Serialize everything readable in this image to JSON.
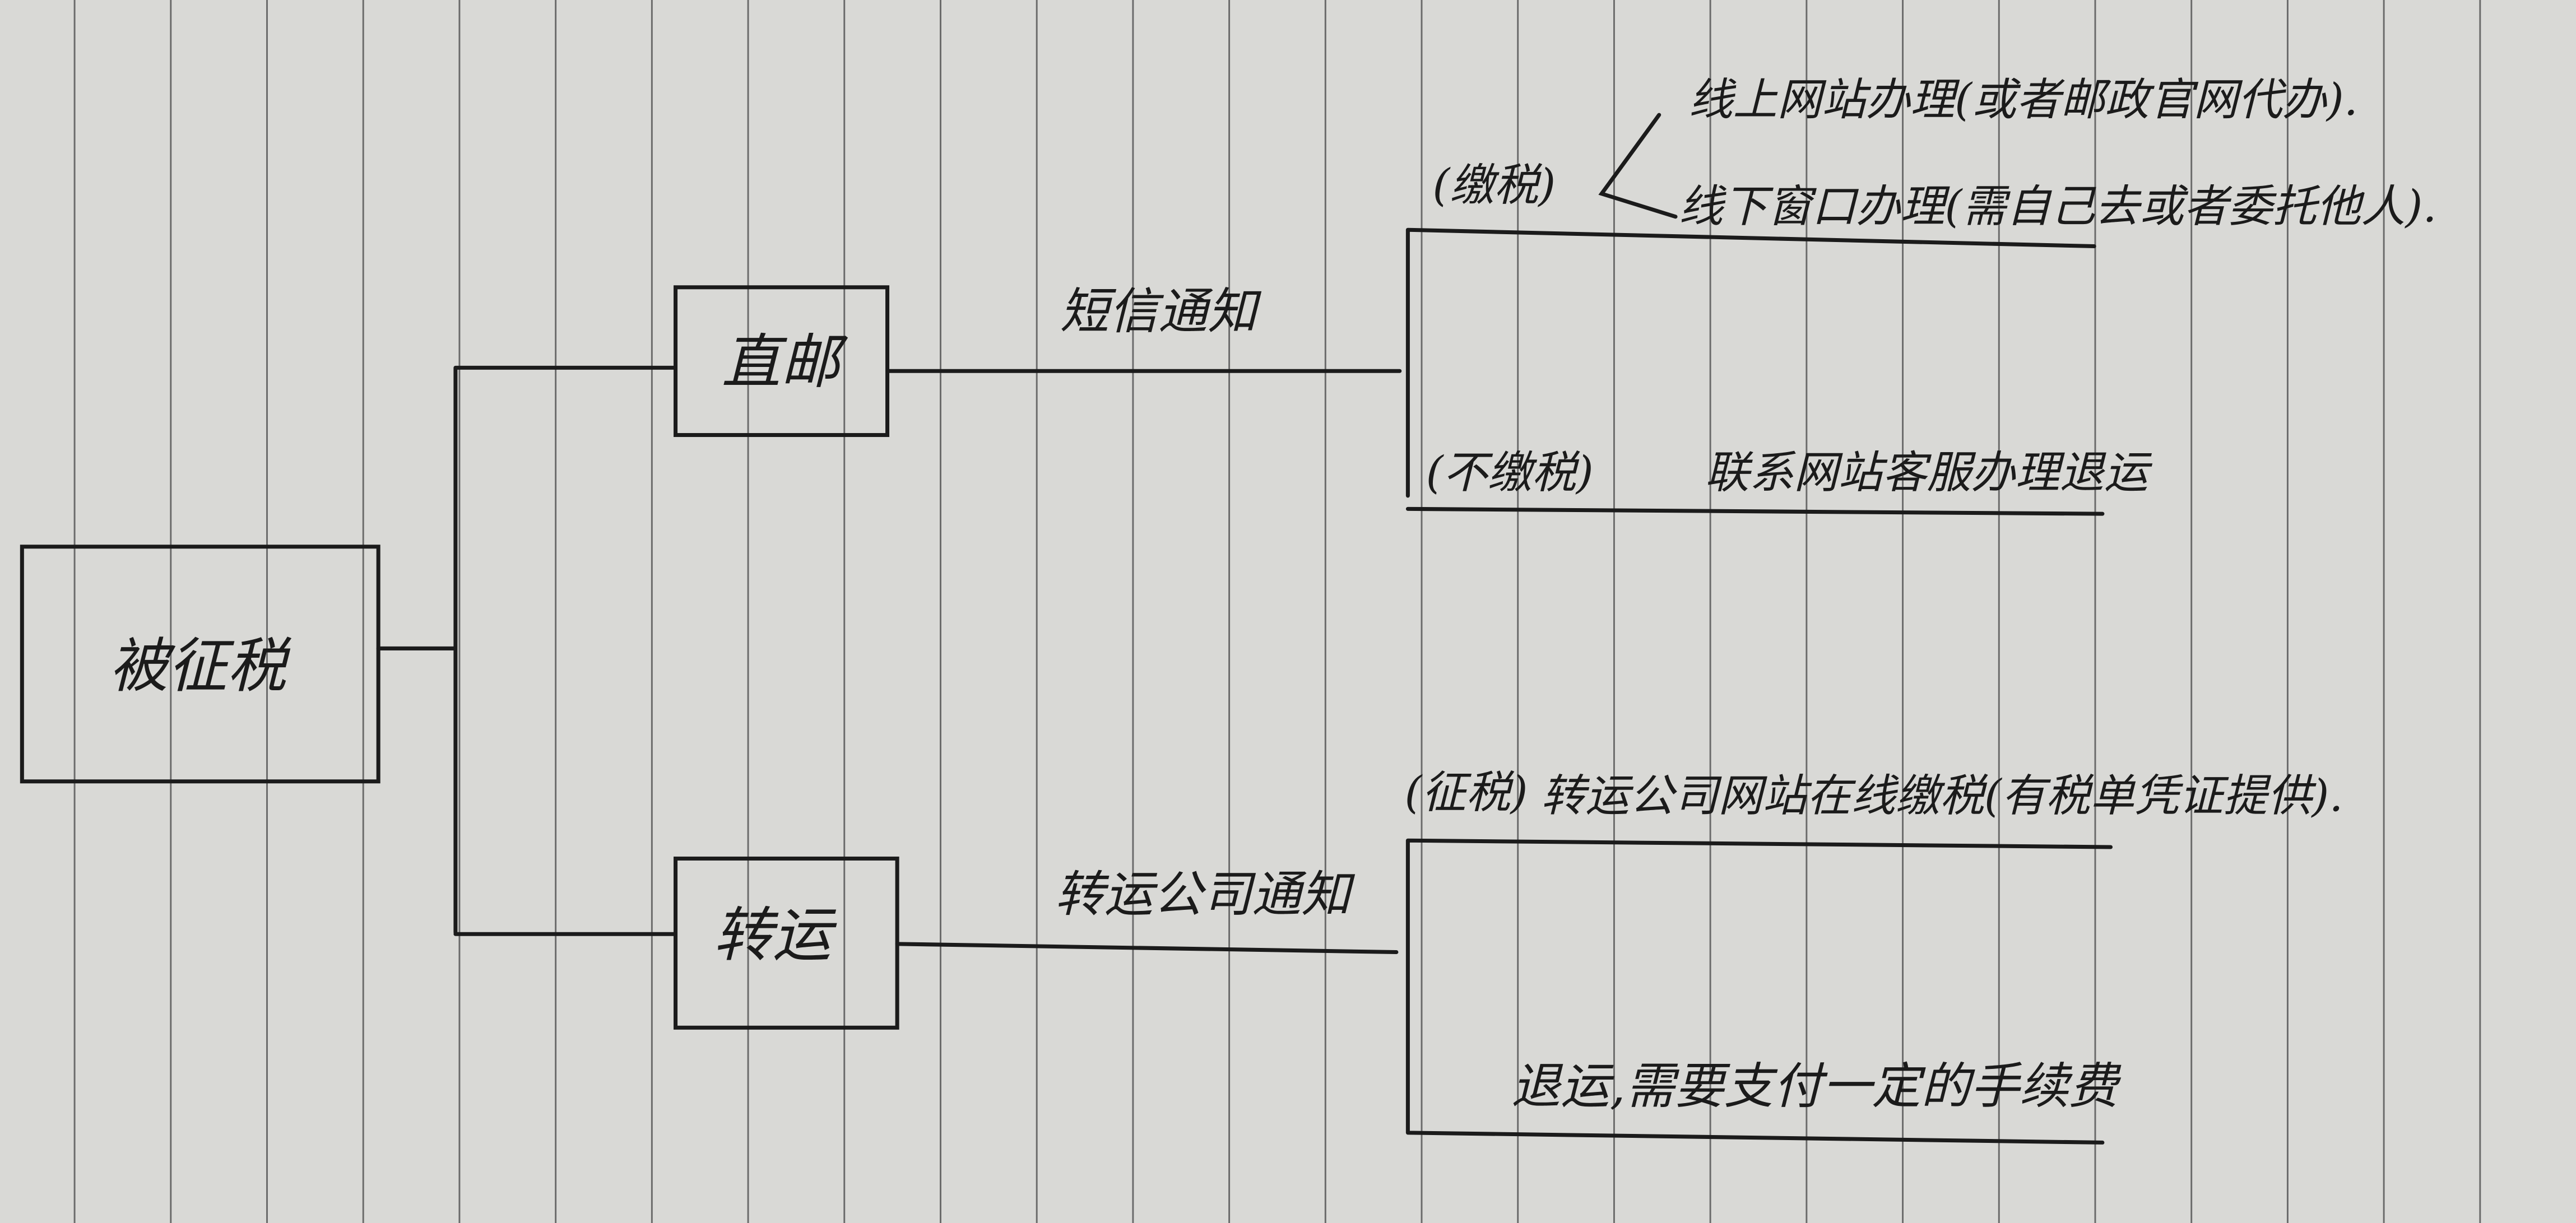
{
  "diagram": {
    "root": {
      "label": "被征税"
    },
    "branches": [
      {
        "label": "直邮",
        "notice": "短信通知",
        "outcomes": [
          {
            "condition": "(缴税)",
            "options": [
              "线上网站办理(或者邮政官网代办).",
              "线下窗口办理(需自己去或者委托他人)."
            ]
          },
          {
            "condition": "(不缴税)",
            "text": "联系网站客服办理退运"
          }
        ]
      },
      {
        "label": "转运",
        "notice": "转运公司通知",
        "outcomes": [
          {
            "condition": "(征税)",
            "text": "转运公司网站在线缴税(有税单凭证提供)."
          },
          {
            "text": "退运,需要支付一定的手续费"
          }
        ]
      }
    ]
  },
  "colors": {
    "paper": "#d9d9d6",
    "ink": "#1b1b1b",
    "ruling": "#6a6a6a"
  }
}
